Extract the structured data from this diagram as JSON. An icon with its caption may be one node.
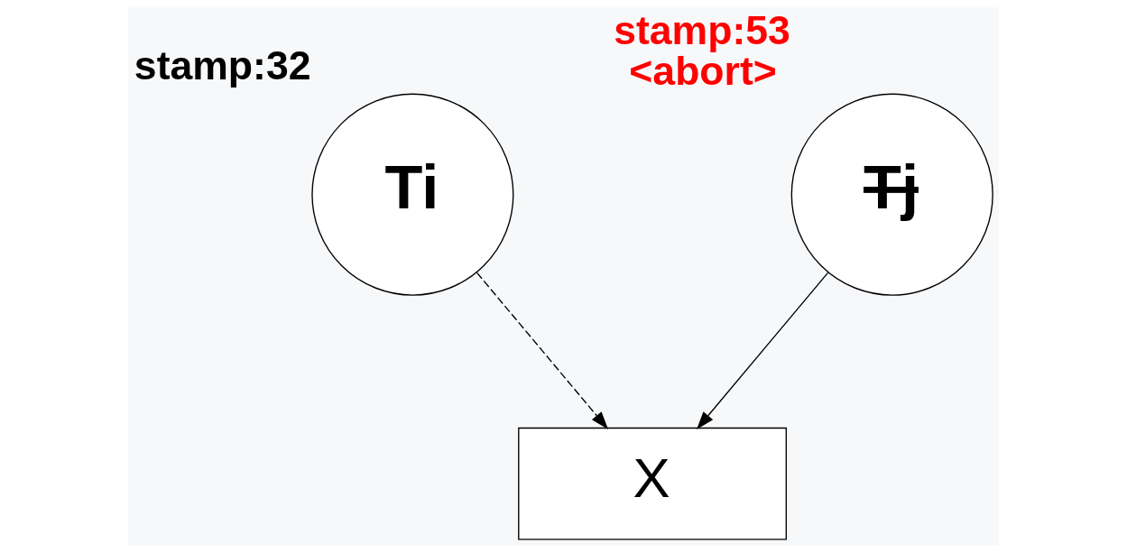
{
  "diagram": {
    "nodes": [
      {
        "text": [
          "Ti"
        ],
        "beside": [
          "stamp:32"
        ]
      },
      {
        "text": [
          "Tj"
        ],
        "beside": [
          "stamp:53",
          "<abort>"
        ]
      },
      {
        "text": [
          "X"
        ]
      }
    ],
    "edges": [
      {
        "from": 0,
        "to": 2,
        "arrow": "to",
        "style": "dashed"
      },
      {
        "from": 1,
        "to": 2,
        "arrow": "to"
      }
    ]
  }
}
